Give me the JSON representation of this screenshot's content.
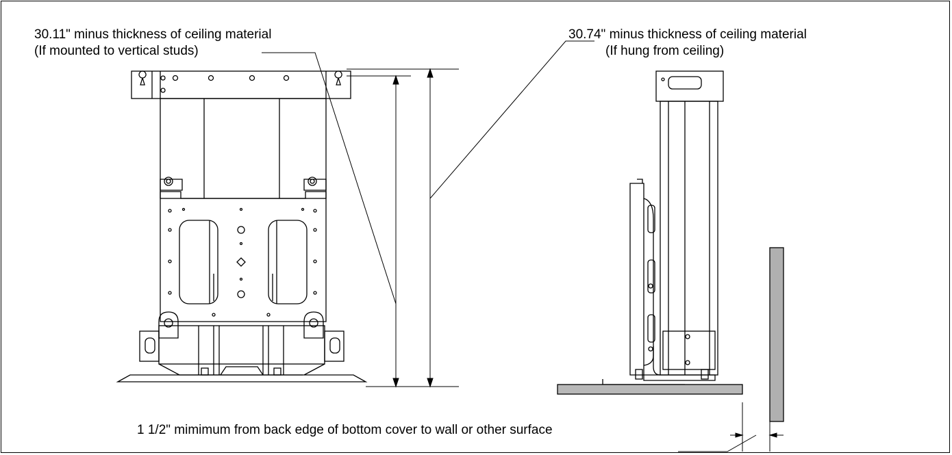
{
  "labels": {
    "vertical_studs_line1": "30.11\" minus thickness of ceiling material",
    "vertical_studs_line2": "(If mounted to vertical studs)",
    "hung_ceiling_line1": "30.74\" minus thickness of ceiling material",
    "hung_ceiling_line2": "(If hung from ceiling)",
    "wall_clearance": "1 1/2\" mimimum from back edge of bottom cover to wall or other surface"
  },
  "colors": {
    "line": "#000000",
    "wall_fill": "#b0b0b0",
    "base_fill": "#b8b8b8"
  }
}
